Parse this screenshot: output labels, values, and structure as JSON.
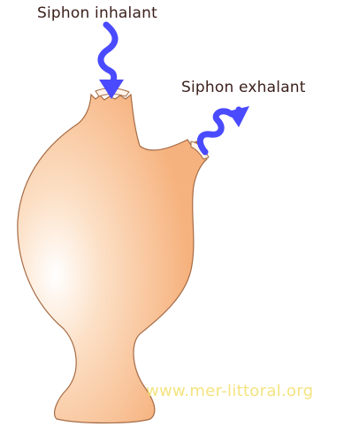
{
  "labels": {
    "inhalant": "Siphon inhalant",
    "exhalant": "Siphon exhalant"
  },
  "watermark": "www.mer-littoral.org",
  "colors": {
    "body": "#f6b27e",
    "body_highlight": "#ffffff",
    "arrows": "#4a4aff",
    "label_text": "#3a1f1a",
    "watermark": "#f3df6a"
  },
  "icons": {
    "inhalant_arrow": "wavy-arrow-down-icon",
    "exhalant_arrow": "wavy-arrow-up-icon"
  }
}
